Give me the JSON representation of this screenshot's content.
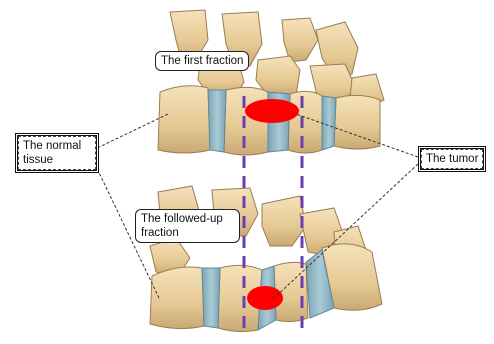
{
  "diagram": {
    "labels": {
      "first_fraction": "The first fraction",
      "followed_up_fraction": "The followed-up fraction",
      "normal_tissue": "The normal tissue",
      "tumor": "The tumor"
    },
    "colors": {
      "bone_fill": "#e8cf9e",
      "bone_outline": "#9a7d52",
      "disc_fill": "#8fb6c4",
      "tumor_fill": "#ff0000",
      "guide_line": "#6a3fb0",
      "connector_line": "#333333"
    }
  }
}
